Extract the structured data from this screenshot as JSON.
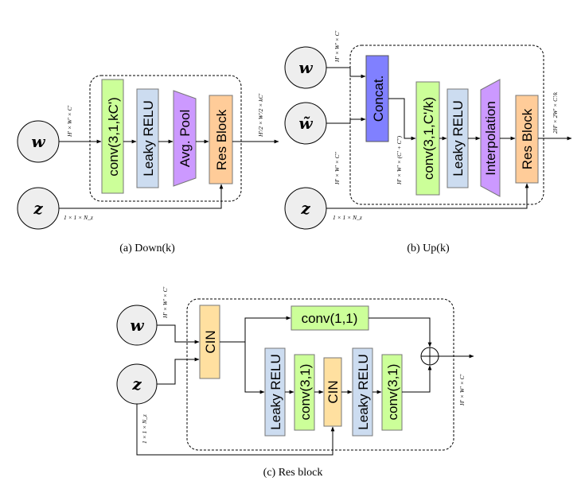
{
  "panel_a": {
    "caption": "(a) Down(k)",
    "input_w": "w",
    "input_z": "z",
    "label_w_dims": "H′ × W′ × C′",
    "label_z_dims": "1 × 1 × N_z",
    "label_out_dims": "H′/2 × W′/2 × kC′",
    "blocks": {
      "conv": "conv(3,1,kC')",
      "leaky": "Leaky RELU",
      "pool": "Avg. Pool",
      "res": "Res Block"
    },
    "colors": {
      "conv": "#ccff99",
      "leaky": "#ccdcf0",
      "pool": "#cc99ff",
      "res": "#ffcc99"
    }
  },
  "panel_b": {
    "caption": "(b) Up(k)",
    "input_w": "w",
    "input_wtilde": "w̃",
    "input_z": "z",
    "label_w_dims": "H′ × W′ × C′",
    "label_wtilde_dims": "H′ × W′ × C″",
    "label_concat_dims": "H′ × W′ × (C′ + C″)",
    "label_z_dims": "1 × 1 × N_z",
    "label_out_dims": "2H′ × 2W′ × C′/k",
    "blocks": {
      "concat": "Concat.",
      "conv": "conv(3,1,C'/k)",
      "leaky": "Leaky RELU",
      "interp": "Interpolation",
      "res": "Res Block"
    },
    "colors": {
      "concat": "#8080ff",
      "conv": "#ccff99",
      "leaky": "#ccdcf0",
      "interp": "#cc99ff",
      "res": "#ffcc99"
    }
  },
  "panel_c": {
    "caption": "(c) Res block",
    "input_w": "w",
    "input_z": "z",
    "label_w_dims": "H′ × W′ × C′",
    "label_z_dims": "1 × 1 × N_z",
    "label_out_dims": "H′ × W′ × C′",
    "blocks": {
      "cin1": "CIN",
      "shortcut": "conv(1,1)",
      "leaky1": "Leaky RELU",
      "conv1": "conv(3,1)",
      "cin2": "CIN",
      "leaky2": "Leaky RELU",
      "conv2": "conv(3,1)"
    },
    "colors": {
      "cin": "#ffe0a0",
      "conv": "#ccff99",
      "leaky": "#ccdcf0"
    }
  }
}
